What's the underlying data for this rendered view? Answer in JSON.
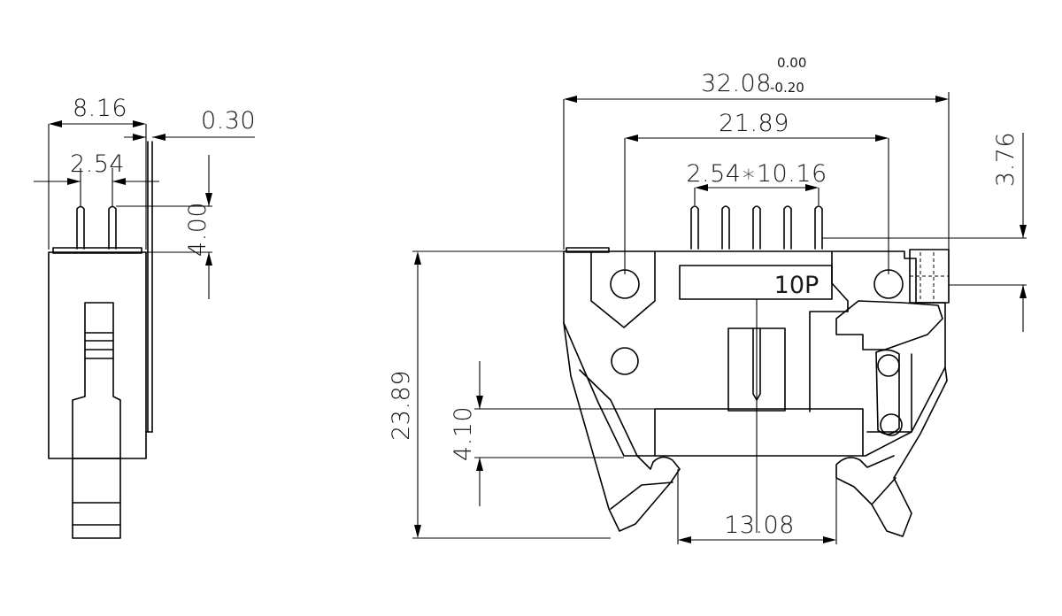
{
  "side_view": {
    "dim_width": "8.16",
    "dim_pitch": "2.54",
    "dim_offset": "0.30",
    "dim_pin_length": "4.00"
  },
  "front_view": {
    "dim_overall_length": "32.08",
    "tol_upper": "0.00",
    "tol_lower": "-0.20",
    "dim_hole_spacing": "21.89",
    "dim_pin_pitch": "2.54∗10.16",
    "dim_pin_height": "3.76",
    "dim_height": "23.89",
    "dim_rail_offset": "4.10",
    "dim_rail_width": "13.08",
    "label": "10P"
  }
}
